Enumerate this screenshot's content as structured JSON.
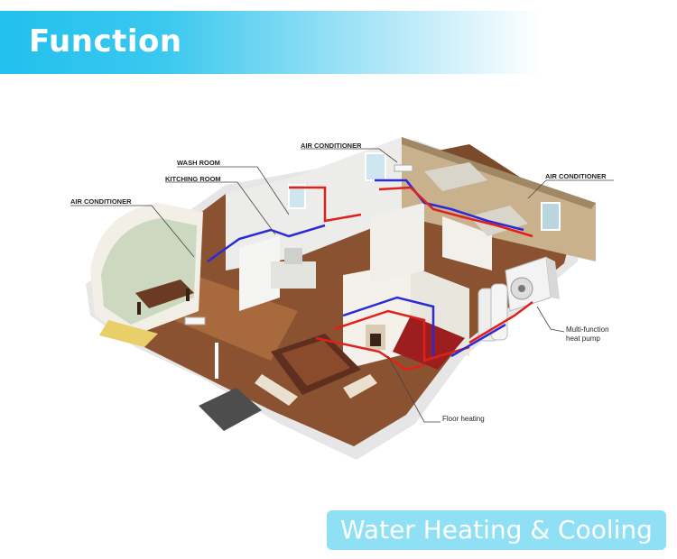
{
  "header": {
    "title": "Function"
  },
  "diagram": {
    "labels": {
      "ac_left": "AIR CONDITIONER",
      "wash_room": "WASH ROOM",
      "kitching_room": "KITCHING ROOM",
      "ac_top": "AIR CONDITIONER",
      "ac_right": "AIR CONDITIONER",
      "heat_pump_line1": "Multi-function",
      "heat_pump_line2": "heat pump",
      "floor_heating": "Floor heating"
    },
    "pipe_colors": {
      "hot": "#e0201a",
      "cold": "#2a2ad8"
    }
  },
  "footer": {
    "tag": "Water Heating & Cooling",
    "tag_color": "#8fe0f4"
  }
}
